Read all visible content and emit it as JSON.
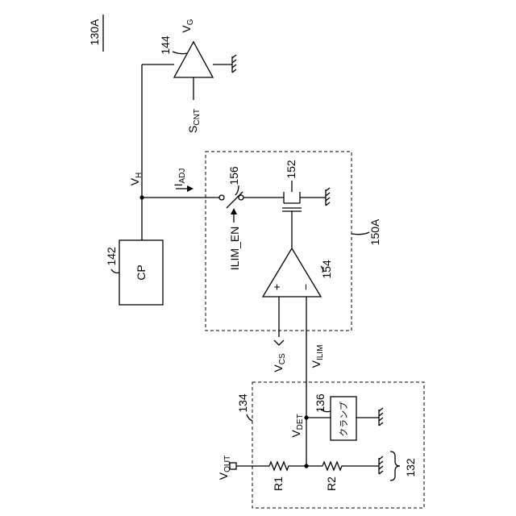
{
  "figure": {
    "label": "130A"
  },
  "components": {
    "cp": {
      "ref": "142",
      "text": "CP"
    },
    "driver": {
      "ref": "144"
    },
    "block": {
      "ref": "150A"
    },
    "transistor": {
      "ref": "152"
    },
    "amp": {
      "ref": "154",
      "plus": "+",
      "minus": "−"
    },
    "switch": {
      "ref": "156",
      "control": "ILIM_EN"
    },
    "detector": {
      "ref": "134"
    },
    "clamp": {
      "ref": "136",
      "text": "クランプ"
    },
    "ground_group": {
      "ref": "132"
    },
    "r1": {
      "label": "R1"
    },
    "r2": {
      "label": "R2"
    }
  },
  "signals": {
    "vg": {
      "main": "V",
      "sub": "G"
    },
    "vh": {
      "main": "V",
      "sub": "H"
    },
    "scnt": {
      "main": "S",
      "sub": "CNT"
    },
    "iadj": {
      "main": "I",
      "sub": "ADJ"
    },
    "vcs": {
      "main": "V",
      "sub": "CS"
    },
    "vilim": {
      "main": "V",
      "sub": "ILIM"
    },
    "vdet": {
      "main": "V",
      "sub": "DET"
    },
    "vout": {
      "main": "V",
      "sub": "OUT"
    }
  }
}
